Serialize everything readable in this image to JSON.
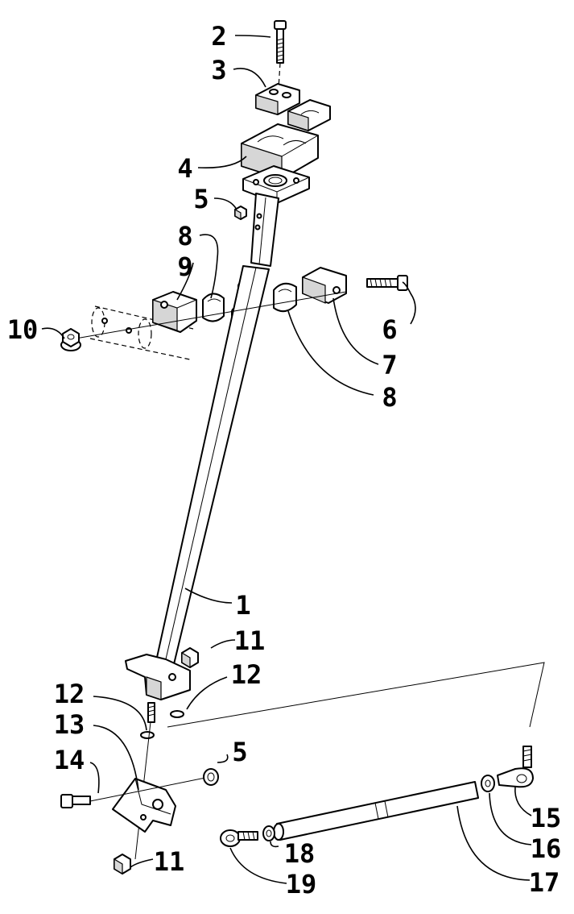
{
  "callouts": [
    {
      "id": "c1",
      "label": "1"
    },
    {
      "id": "c2",
      "label": "2"
    },
    {
      "id": "c3",
      "label": "3"
    },
    {
      "id": "c4",
      "label": "4"
    },
    {
      "id": "c5a",
      "label": "5"
    },
    {
      "id": "c5b",
      "label": "5"
    },
    {
      "id": "c6",
      "label": "6"
    },
    {
      "id": "c7",
      "label": "7"
    },
    {
      "id": "c8a",
      "label": "8"
    },
    {
      "id": "c8b",
      "label": "8"
    },
    {
      "id": "c9",
      "label": "9"
    },
    {
      "id": "c10",
      "label": "10"
    },
    {
      "id": "c11a",
      "label": "11"
    },
    {
      "id": "c11b",
      "label": "11"
    },
    {
      "id": "c12a",
      "label": "12"
    },
    {
      "id": "c12b",
      "label": "12"
    },
    {
      "id": "c13",
      "label": "13"
    },
    {
      "id": "c14",
      "label": "14"
    },
    {
      "id": "c15",
      "label": "15"
    },
    {
      "id": "c16",
      "label": "16"
    },
    {
      "id": "c17",
      "label": "17"
    },
    {
      "id": "c18",
      "label": "18"
    },
    {
      "id": "c19",
      "label": "19"
    }
  ]
}
